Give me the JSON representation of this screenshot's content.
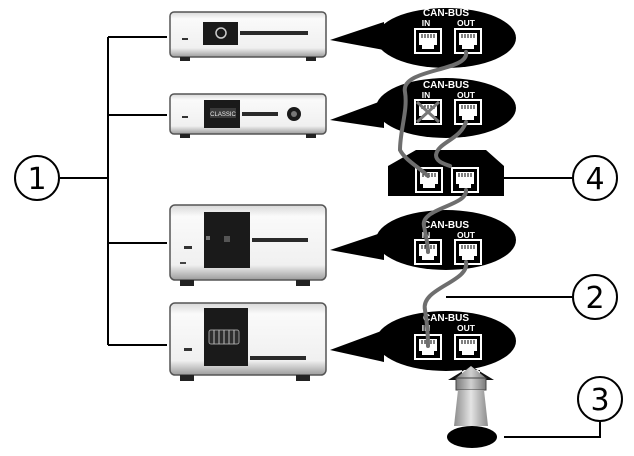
{
  "bubbles": [
    {
      "title": "CAN-BUS",
      "in": "IN",
      "out": "OUT"
    },
    {
      "title": "CAN-BUS",
      "in": "IN",
      "out": "OUT"
    },
    {
      "title": "CAN-BUS",
      "in": "IN",
      "out": "OUT"
    },
    {
      "title": "CAN-BUS",
      "in": "IN",
      "out": "OUT"
    }
  ],
  "callouts": [
    "1",
    "2",
    "3",
    "4"
  ],
  "devices": {
    "display_label": "CLASSIC"
  },
  "colors": {
    "bubble": "#000000",
    "cable": "#6e6e6e",
    "arrow": "#9a9a9a",
    "device_face": "#f3f3f3",
    "panel": "#1a1a1a"
  },
  "icons": [
    "rj45-port-icon",
    "crossed-port-icon",
    "terminator-plug-icon",
    "splitter-box-icon",
    "insert-arrow-icon"
  ]
}
